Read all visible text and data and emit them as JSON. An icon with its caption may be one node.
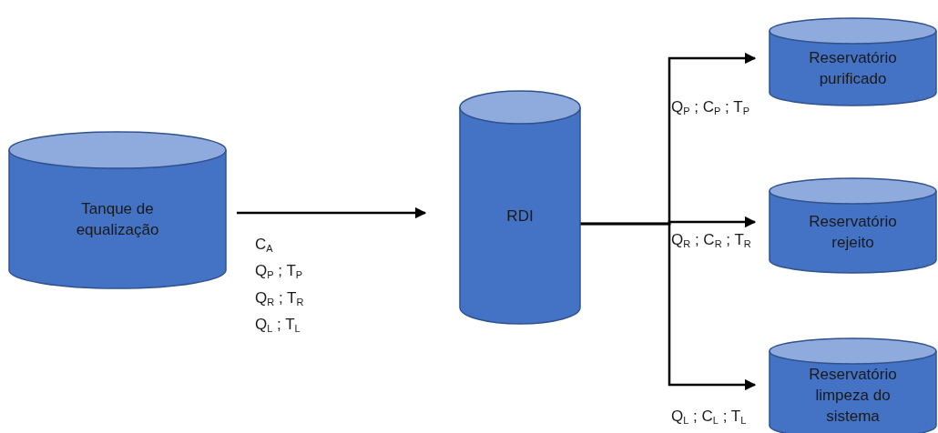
{
  "diagram": {
    "nodes": [
      {
        "text": [
          "Tanque de equalização"
        ]
      },
      {
        "text": [
          "RDI"
        ]
      },
      {
        "text": [
          "Reservatório purificado"
        ]
      },
      {
        "text": [
          "Reservatório rejeito"
        ]
      },
      {
        "text": [
          "Reservatório limpeza do sistema"
        ]
      }
    ],
    "edges": [
      {
        "from": 0,
        "to": 1,
        "arrow": "to"
      },
      {
        "from": 1,
        "to": 2,
        "arrow": "to",
        "label": "Q$_{P}$ ; C$_{P}$ ; T$_{P}$"
      },
      {
        "from": 1,
        "to": 3,
        "arrow": "to",
        "label": "Q$_{R}$ ; C$_{R}$ ; T$_{R}$"
      },
      {
        "from": 1,
        "to": 4,
        "arrow": "to",
        "label": "Q$_{L}$ ; C$_{L}$ ; T$_{L}$"
      }
    ],
    "labels": [
      "C$_{A}$",
      "Q$_{P}$ ; T$_{P}$",
      "Q$_{R}$ ; T$_{R}$",
      "Q$_{L}$ ; T$_{L}$"
    ]
  }
}
